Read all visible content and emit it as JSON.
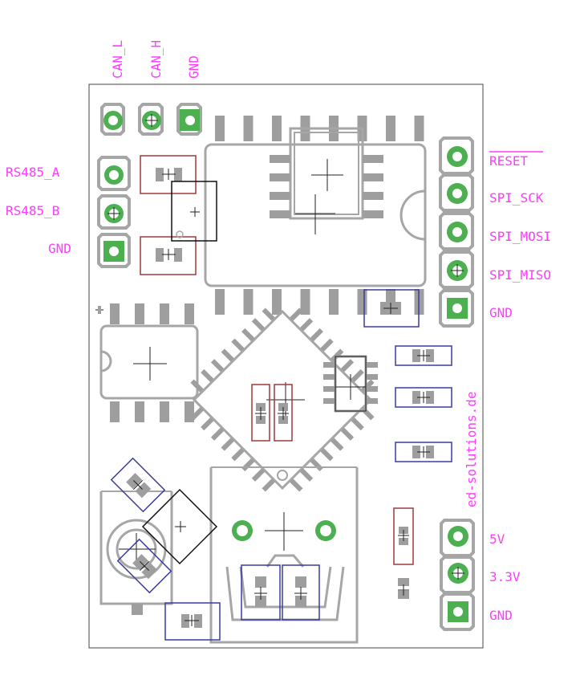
{
  "colors": {
    "silk": "#a6a6a6",
    "pad_green": "#4caf50",
    "pad_gray": "#9e9e9e",
    "label_magenta": "#ff3cff",
    "outline": "#444444",
    "red_box": "#9c3a3a",
    "blue_box": "#3c3c9c",
    "black_box": "#111111"
  },
  "labels": {
    "can_l": "CAN_L",
    "can_h": "CAN_H",
    "can_gnd": "GND",
    "rs485_a": "RS485_A",
    "rs485_b": "RS485_B",
    "rs485_gnd": "GND",
    "reset": "RESET",
    "spi_sck": "SPI_SCK",
    "spi_mosi": "SPI_MOSI",
    "spi_miso": "SPI_MISO",
    "spi_gnd": "GND",
    "pwr_5v": "5V",
    "pwr_3v3": "3.3V",
    "pwr_gnd": "GND",
    "vendor": "ed-solutions.de"
  }
}
